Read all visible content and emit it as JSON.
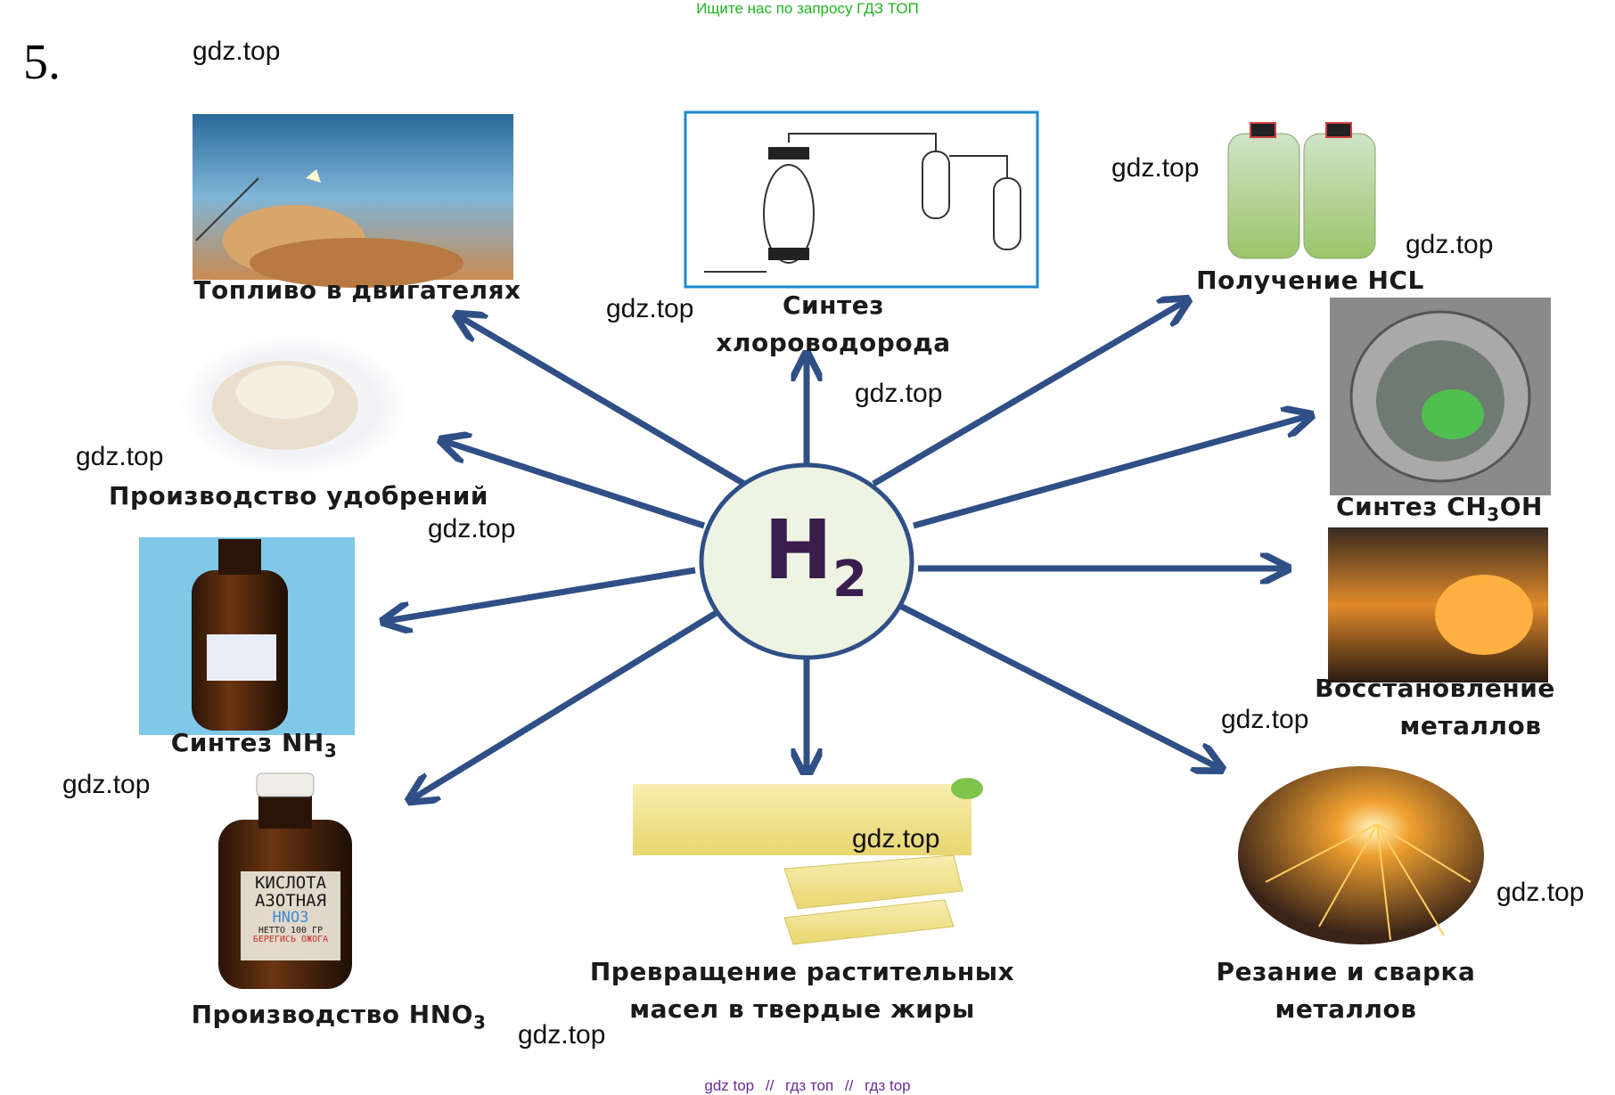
{
  "banner": "Ищите нас по запросу ГДЗ ТОП",
  "task_number": "5.",
  "center": {
    "main": "H",
    "sub": "2"
  },
  "labels": {
    "fuel": "Топливо в двигателях",
    "hcl_synth_1": "Синтез",
    "hcl_synth_2": "хлороводорода",
    "hcl_get": "Получение HCL",
    "fertilizers": "Производство удобрений",
    "methanol_main": "Синтез CH",
    "methanol_sub": "3",
    "methanol_tail": "OH",
    "nh3_main": "Синтез NH",
    "nh3_sub": "3",
    "reduction_1": "Восстановление",
    "reduction_2": "металлов",
    "hno3_main": "Производство HNO",
    "hno3_sub": "3",
    "oils_1": "Превращение растительных",
    "oils_2": "масел в твердые жиры",
    "cutting_1": "Резание и сварка",
    "cutting_2": "металлов"
  },
  "bottle_label": {
    "line1": "КИСЛОТА",
    "line2": "АЗОТНАЯ",
    "line3": "HNO3",
    "line4": "НЕТТО 100 ГР",
    "line5": "БЕРЕГИСЬ ОЖОГА"
  },
  "watermark": "gdz.top",
  "footer": [
    "gdz top",
    "//",
    "гдз топ",
    "//",
    "гдз top"
  ],
  "colors": {
    "arrow": "#2f4f86",
    "center_fill": "#eef3e3",
    "center_text": "#3a1d4e",
    "banner": "#22b322",
    "footer": "#6a2a9a"
  }
}
